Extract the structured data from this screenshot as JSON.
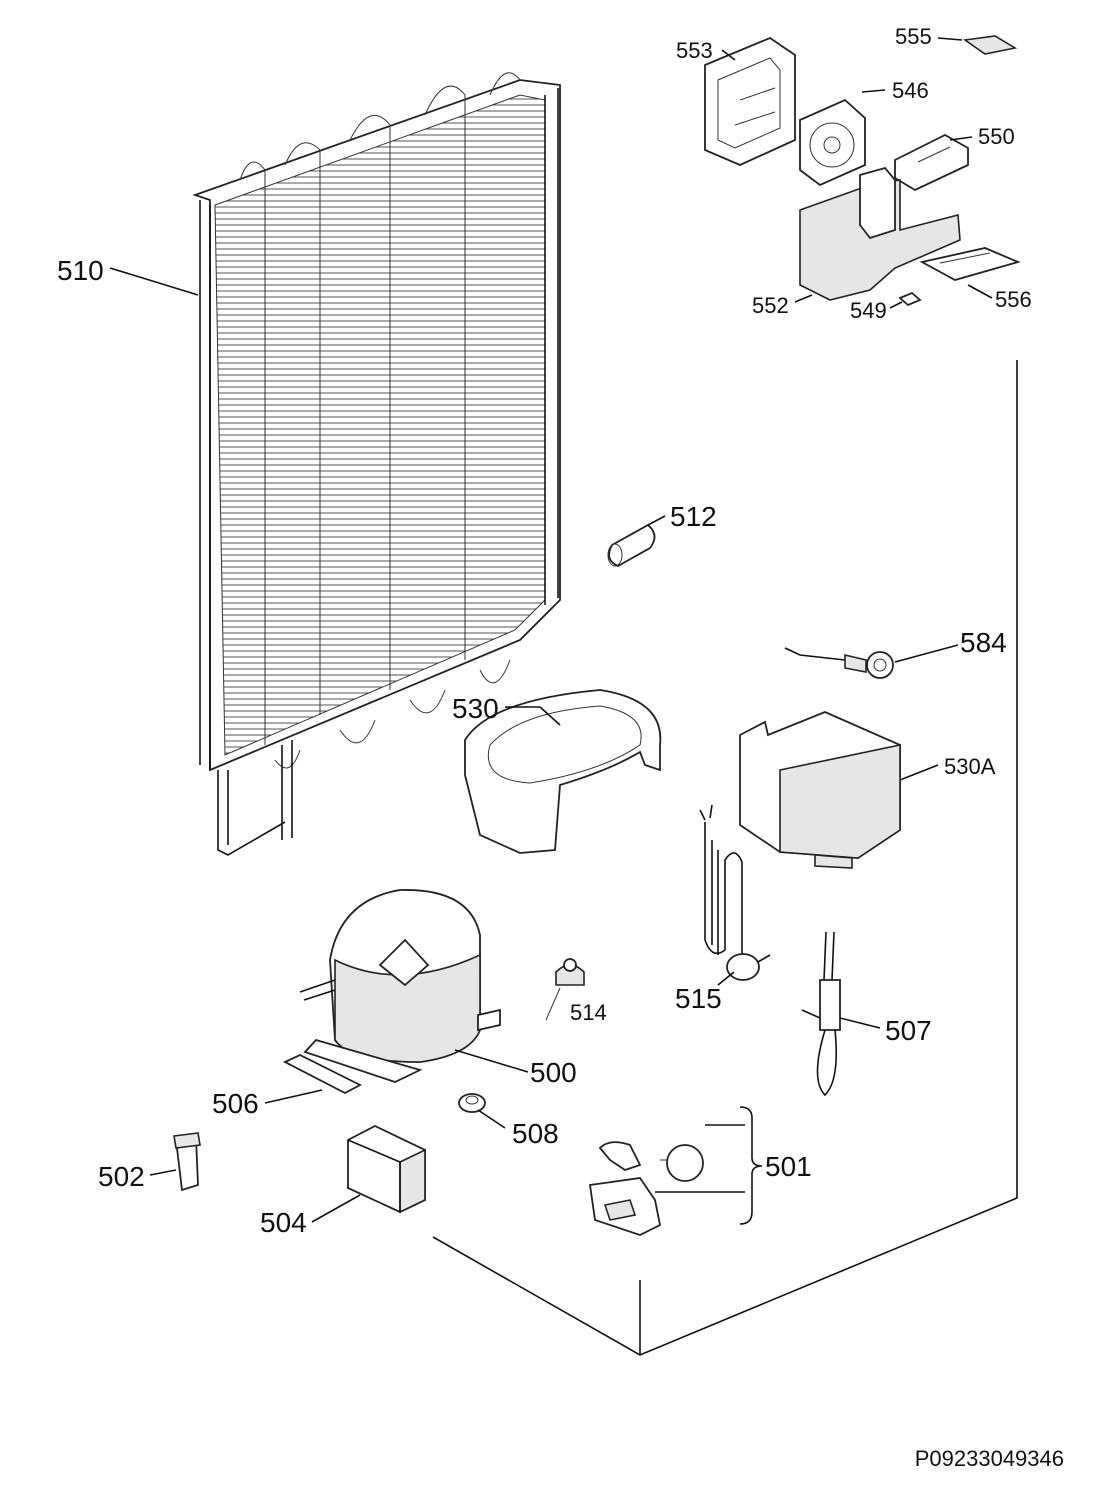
{
  "labels": {
    "p500": "500",
    "p501": "501",
    "p502": "502",
    "p504": "504",
    "p506": "506",
    "p507": "507",
    "p508": "508",
    "p510": "510",
    "p512": "512",
    "p514": "514",
    "p515": "515",
    "p530": "530",
    "p530a": "530A",
    "p546": "546",
    "p549": "549",
    "p550": "550",
    "p552": "552",
    "p553": "553",
    "p555": "555",
    "p556": "556",
    "p584": "584"
  },
  "reference": "P09233049346"
}
